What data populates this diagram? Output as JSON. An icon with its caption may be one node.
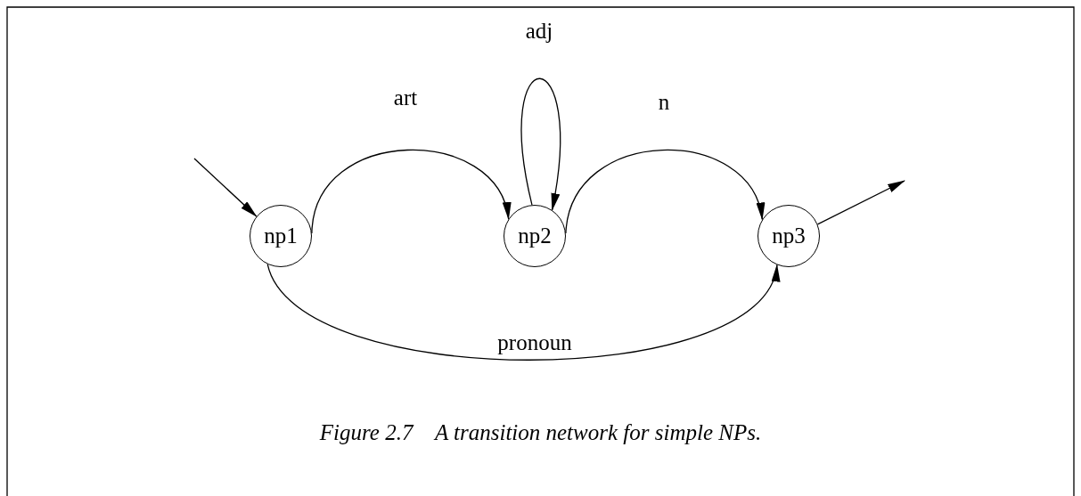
{
  "diagram": {
    "caption": "Figure 2.7    A transition network for simple NPs.",
    "nodes": [
      {
        "text": [
          "np1"
        ]
      },
      {
        "text": [
          "np2"
        ]
      },
      {
        "text": [
          "np3"
        ]
      }
    ],
    "edges": [
      {
        "from": null,
        "to": 0,
        "arrow": "to"
      },
      {
        "from": 0,
        "to": 1,
        "arrow": "to",
        "label": "art"
      },
      {
        "from": 1,
        "to": 1,
        "arrow": "to",
        "label": "adj"
      },
      {
        "from": 1,
        "to": 2,
        "arrow": "to",
        "label": "n"
      },
      {
        "from": 0,
        "to": 2,
        "arrow": "to",
        "label": "pronoun"
      },
      {
        "from": 2,
        "to": null,
        "arrow": "to"
      }
    ]
  }
}
